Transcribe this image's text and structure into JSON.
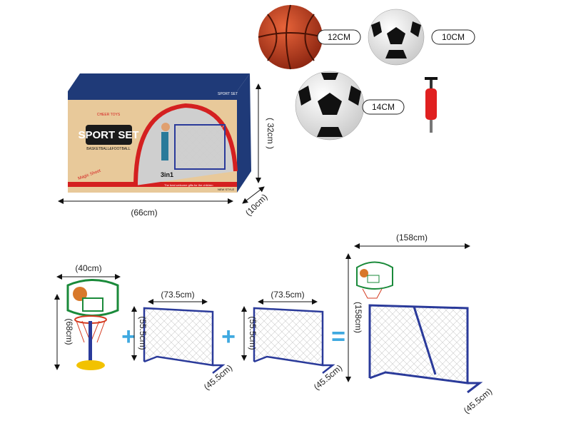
{
  "balls": [
    {
      "kind": "basketball",
      "size_label": "12CM"
    },
    {
      "kind": "soccer-ball",
      "size_label": "10CM"
    },
    {
      "kind": "soccer-ball",
      "size_label": "14CM"
    }
  ],
  "pump": {
    "kind": "hand-pump"
  },
  "box": {
    "brand_small": "CHEER TOYS",
    "title": "SPORT SET",
    "subtitle": "BASKETBALL&FOOTBALL",
    "badge": "3in1",
    "slogan": "The best welcome gifts for the children",
    "tag": "NEW STYLE",
    "logo": "Magic Shoot",
    "height_label": "( 32cm )",
    "width_label": "(66cm)",
    "depth_label": "(10cm)"
  },
  "assembly": {
    "hoop": {
      "width_label": "(40cm)",
      "height_label": "(68cm)"
    },
    "goal_1": {
      "width_label": "(73.5cm)",
      "height_label": "(55.5cm)",
      "depth_label": "(45.5cm)"
    },
    "goal_2": {
      "width_label": "(73.5cm)",
      "height_label": "(55.5cm)",
      "depth_label": "(45.5cm)"
    },
    "combined": {
      "width_label": "(158cm)",
      "height_label": "(158cm)",
      "depth_label": "(45.5cm)"
    },
    "operators": [
      "+",
      "+",
      "="
    ],
    "colors": {
      "frame": "#2a3a9a",
      "joint": "#f2c200",
      "operator": "#3fa9e0"
    }
  }
}
